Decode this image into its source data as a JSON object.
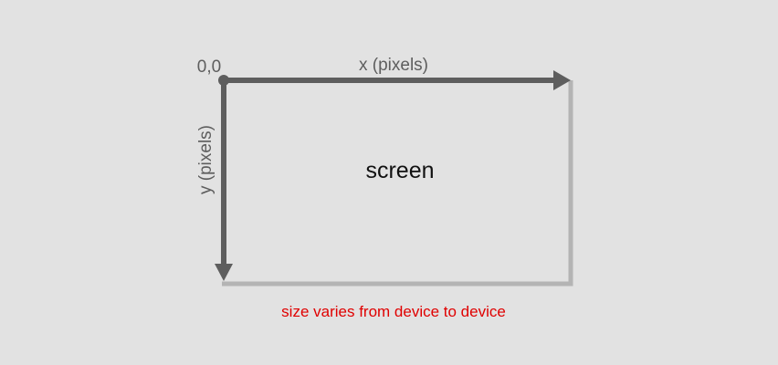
{
  "diagram": {
    "origin_label": "0,0",
    "x_axis_label": "x (pixels)",
    "y_axis_label": "y (pixels)",
    "screen_label": "screen",
    "note": "size varies from device to device"
  },
  "colors": {
    "background": "#e2e2e2",
    "axis": "#5e5e5e",
    "screen_edge": "#b4b4b4",
    "screen_text": "#111111",
    "note_text": "#e00000"
  }
}
